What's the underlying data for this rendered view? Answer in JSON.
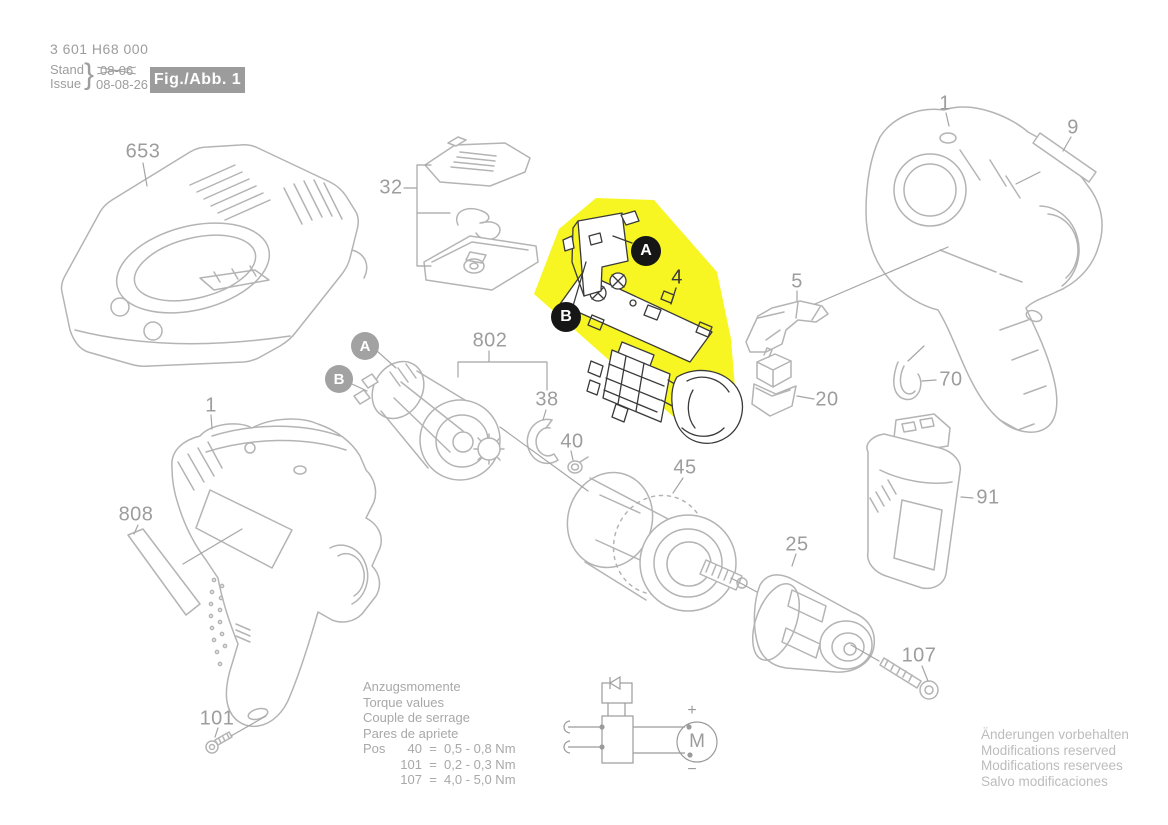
{
  "header": {
    "part_number": "3 601 H68 000",
    "stand_label": "Stand",
    "issue_label": "Issue",
    "brace": "}",
    "date_old": "08-06",
    "date_new": "08-08-26",
    "figure_label": "Fig./Abb. 1"
  },
  "callouts": {
    "charger": "653",
    "switch_slider": "32",
    "motor": "802",
    "motor_bracket": "38",
    "screw_motor": "40",
    "housing_left": "1",
    "nameplate_left": "808",
    "screw_housing": "101",
    "gearbox": "45",
    "chuck": "25",
    "screw_chuck": "107",
    "electronics_module": "4",
    "trigger": "5",
    "button": "20",
    "belt_hook": "70",
    "housing_right": "1",
    "nameplate_right": "9",
    "battery": "91"
  },
  "markers": {
    "a": "A",
    "b": "B"
  },
  "torque_table": {
    "title_de": "Anzugsmomente",
    "title_en": "Torque values",
    "title_fr": "Couple de serrage",
    "title_es": "Pares de apriete",
    "pos_label": "Pos",
    "rows": [
      {
        "pos": "40",
        "eq": "=",
        "value": "0,5 - 0,8 Nm"
      },
      {
        "pos": "101",
        "eq": "=",
        "value": "0,2 - 0,3 Nm"
      },
      {
        "pos": "107",
        "eq": "=",
        "value": "4,0 - 5,0 Nm"
      }
    ]
  },
  "circuit": {
    "motor_label": "M",
    "plus": "+",
    "minus": "−"
  },
  "footer": {
    "line_de": "Änderungen vorbehalten",
    "line_en": "Modifications reserved",
    "line_fr": "Modifications reservees",
    "line_es": "Salvo modificaciones"
  },
  "colors": {
    "highlight_yellow": "#f7f622",
    "line_gray": "#b4b4b4",
    "line_dark": "#3a3a3a",
    "label_gray": "#9d9d9d",
    "badge_bg": "#9c9c9c"
  }
}
